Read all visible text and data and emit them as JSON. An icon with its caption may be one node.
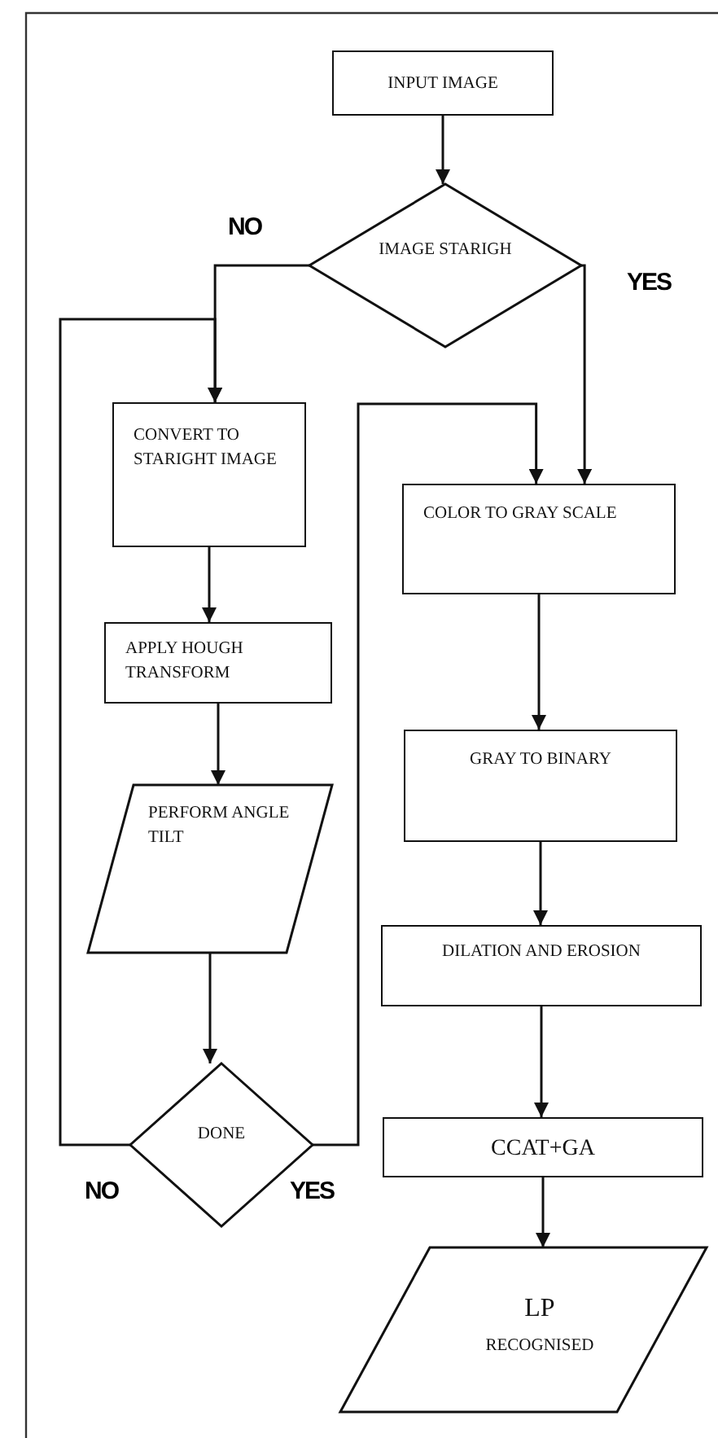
{
  "diagram": {
    "nodes": [
      {
        "text": [
          "INPUT IMAGE"
        ]
      },
      {
        "text": [
          "IMAGE STARIGH"
        ]
      },
      {
        "text": [
          "CONVERT TO STARIGHT IMAGE"
        ]
      },
      {
        "text": [
          "APPLY HOUGH TRANSFORM"
        ]
      },
      {
        "text": [
          "PERFORM ANGLE TILT"
        ]
      },
      {
        "text": [
          "DONE"
        ]
      },
      {
        "text": [
          "COLOR TO GRAY SCALE"
        ]
      },
      {
        "text": [
          "GRAY TO BINARY"
        ]
      },
      {
        "text": [
          "DILATION AND EROSION"
        ]
      },
      {
        "text": [
          "CCAT+GA"
        ]
      },
      {
        "text": [
          "LP",
          "RECOGNISED"
        ]
      }
    ],
    "edges": [
      {
        "from": 0,
        "to": 1,
        "arrow": "to"
      },
      {
        "from": 1,
        "to": 2,
        "arrow": "to",
        "label": "NO"
      },
      {
        "from": 1,
        "to": 6,
        "arrow": "to",
        "label": "YES"
      },
      {
        "from": 2,
        "to": 3,
        "arrow": "to"
      },
      {
        "from": 3,
        "to": 4,
        "arrow": "to"
      },
      {
        "from": 4,
        "to": 5,
        "arrow": "to"
      },
      {
        "from": 5,
        "to": 2,
        "arrow": "to",
        "label": "NO"
      },
      {
        "from": 5,
        "to": 6,
        "arrow": "to",
        "label": "YES"
      },
      {
        "from": 6,
        "to": 7,
        "arrow": "to"
      },
      {
        "from": 7,
        "to": 8,
        "arrow": "to"
      },
      {
        "from": 8,
        "to": 9,
        "arrow": "to"
      },
      {
        "from": 9,
        "to": 10,
        "arrow": "to"
      }
    ]
  }
}
